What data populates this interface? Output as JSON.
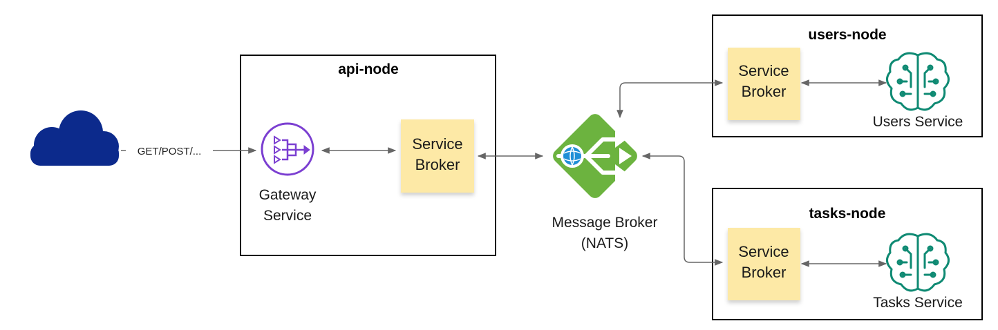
{
  "nodes": {
    "api": {
      "title": "api-node"
    },
    "users": {
      "title": "users-node"
    },
    "tasks": {
      "title": "tasks-node"
    }
  },
  "client": {
    "icon": "cloud-icon",
    "request_label": "GET/POST/..."
  },
  "gateway": {
    "icon": "api-gateway-icon",
    "label_line1": "Gateway",
    "label_line2": "Service",
    "color": "#7b3fd1"
  },
  "broker_note": {
    "line1": "Service",
    "line2": "Broker",
    "color": "#fde9a6"
  },
  "message_broker": {
    "icon": "message-broker-icon",
    "label_line1": "Message Broker",
    "label_line2": "(NATS)",
    "color": "#6cb33f"
  },
  "users_service": {
    "icon": "brain-icon",
    "label": "Users Service",
    "color": "#0f8a73"
  },
  "tasks_service": {
    "icon": "brain-icon",
    "label": "Tasks Service",
    "color": "#0f8a73"
  },
  "colors": {
    "cloud": "#0c2a8c",
    "connector": "#666666",
    "frame": "#000000"
  }
}
